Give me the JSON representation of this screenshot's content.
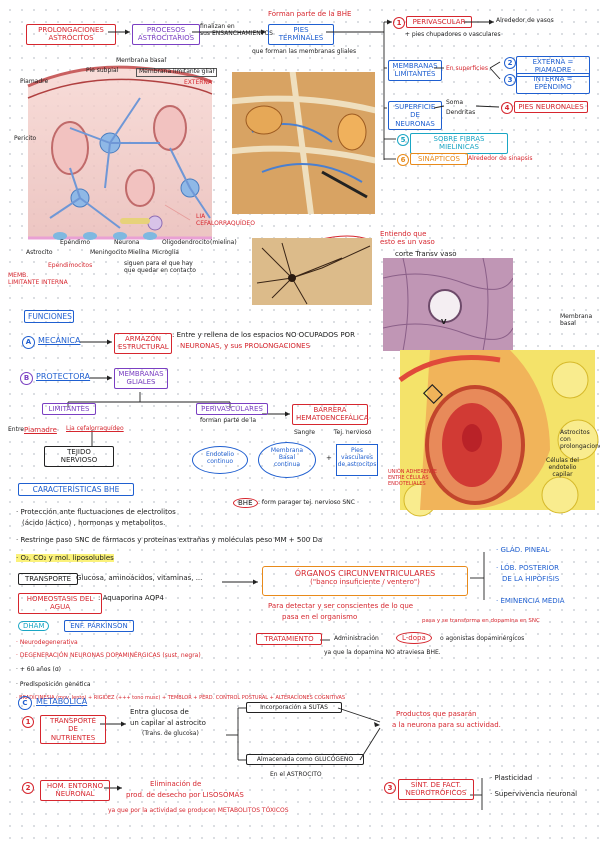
{
  "top": {
    "prolongaciones": "PROLONGACIONES\nASTROCITOS",
    "procesos": "PROCESOS\nASTROCITARIOS",
    "finalizan": "finalizan en\nsus ENSANCHAMIENTOS",
    "forman_parte": "Forman parte de la BHE",
    "pies": "PIES\nTERMINALES",
    "membranas_gliales": "que forman las membranas gliales",
    "perivascular": "PERIVASCULAR",
    "alrededor_vasos": "Alrededor de vasos",
    "pies_chupadores": "+ pies chupadores o vasculares",
    "membranas_limitantes": "MEMBRANAS\nLIMITANTES",
    "en_superficies": "En superficies",
    "externa": "EXTERNA = PIAMADRE",
    "interna": "INTERNA = EPÉNDIMO",
    "superficie_neuronas": "SUPERFICIE\nDE NEURONAS",
    "soma": "Soma",
    "dendritas": "Dendritas",
    "pies_neuronales": "PIES NEURONALES",
    "sobre_fibras": "SOBRE FIBRAS MIELINICAS",
    "sinapticos": "SINÁPTICOS",
    "alrededor_sinapsis": "Alrededor de sinapsis",
    "num_1": "1",
    "num_2": "2",
    "num_3": "3",
    "num_4": "4",
    "num_5": "5",
    "num_6": "6"
  },
  "figure": {
    "membrana_basal": "Membrana basal",
    "pie_subpial": "Pie subpial",
    "membrana_limitante": "Membrana limitante glial",
    "externa_tag": "EXTERNA",
    "piamadre": "Piamadre",
    "pericito": "Pericito",
    "astrocito": "Astrocito",
    "ependimo": "Epéndimo",
    "neurona": "Neurona",
    "oligodendrocito": "Oligodendrocito",
    "mielina": "(mielina)",
    "microglia": "Microglía",
    "meningocito": "Meningocito",
    "mielina2": "Mielina",
    "lia": "LIA\nCEFALORRAQUÍDEO",
    "ependimocitos": "Ependimocitos",
    "siguen": "siguen para el que hay\nque quedar en contacto",
    "memb_limitante_interna": "MEMB.\nLIMITANTE INTERNA"
  },
  "micro": {
    "entiendo": "Entiendo que\nesto es un vaso",
    "corte": "corte Transv vaso",
    "membrana_basal": "Membrana\nbasal",
    "v_label": "V",
    "celulas_endotelio": "Células del\nendotelio\ncapilar",
    "astrocitos": "Astrocitos\ncon\nprolongaciones",
    "union": "UNIÓN ADHERENTE\nENTRE CÉLULAS\nENDOTELIALES"
  },
  "funciones": {
    "title": "FUNCIONES",
    "mecanica_label": "MECÁNICA",
    "armazon": "ARMAZÓN\nESTRUCTURAL",
    "armazon_text": "Entre y rellena de los espacios NO OCUPADOS POR",
    "armazon_text2": "NEURONAS, y sus PROLONGACIONES",
    "protectora": "PROTECTORA",
    "membranas_gliales": "MEMBRANAS\nGLIALES",
    "limitantes": "LIMITANTES",
    "perivasculares": "PERIVASCULARES",
    "forman_parte": "forman parte de la",
    "barrera": "BARRERA\nHEMATOENCEFÁLICA",
    "sangre": "Sangre",
    "tej_nervioso": "Tej. nervioso",
    "entre": "Entre",
    "piamadre": "Piamadre",
    "lia": "Lia cefalorraquídeo",
    "tejido": "TEJIDO NERVIOSO",
    "endotelio": "Endotelio\ncontinuo",
    "membrana_basal_continua": "Membrana\nBasal\ncontinua",
    "pies_vasculares": "Pies\nvasculares\nde astrocitos",
    "bhe_caption": "BHE",
    "bhe_text": ": form parager tej. nervioso SNC",
    "letter_a": "A",
    "letter_b": "B"
  },
  "caracteristicas": {
    "title": "CARACTERÍSTICAS BHE",
    "l1": "· Protección ante fluctuaciones de electrolitos",
    "l1b": "(ácido láctico) , hormonas y metabolitos.",
    "l2": "· Restringe paso SNC de fármacos y proteínas extrañas y moléculas peso MM + 500 Da",
    "l3": "· O₂, CO₂ y mol. liposolubles",
    "transporte": "TRANSPORTE",
    "transporte_text": "Glucosa, aminoácidos, vitaminas, ...",
    "homeostasis": "HOMEOSTASIS DEL AGUA",
    "homeostasis_text": ": Aquaporina AQP4",
    "organos": "ÓRGANOS CIRCUNVENTRICULARES",
    "organos_sub": "(\"banco insuficiente / ventero\")",
    "organos_text": "Para detectar y ser conscientes de lo que",
    "organos_text2": "pasa en el organismo",
    "glan_pineal": "· GLÁD. PINEAL",
    "lob_posterior": "· LÓB. POSTERIOR",
    "hipofisis": "DE LA HIPÓFISIS",
    "eminencia": "· EMINENCIA MEDIA"
  },
  "dham": {
    "tag": "DHAM",
    "enf": "ENF. PARKINSON",
    "l1": "· Neurodegenerativa",
    "l2": "· DEGENERACIÓN NEURONAS DOPAMINÉRGICAS (sust. negra)",
    "l3": "· + 60 años (σ)",
    "l4": "· Predisposición genética",
    "l5": "· BRADICINESIA (mov. lento) + RIGIDEZ (+++ tono musc) + TEMBLOR + PÉRD. CONTROL POSTURAL + ALTERACIONES COGNITIVAS",
    "tratamiento": "TRATAMIENTO",
    "administracion": "Administración",
    "ldopa": "L-dopa",
    "agonistas": "o agonistas dopaminérgicos",
    "pasa": "pasa y se transforma en dopamina en SNC",
    "ya_que": "ya que la dopamina NO atraviesa BHE."
  },
  "metabolica": {
    "letter": "C",
    "title": "METABÓLICA",
    "n1": "1",
    "transporte": "TRANSPORTE DE\nNUTRIENTES",
    "entra": "Entra glucosa de",
    "capilar": "un capilar al astrocito",
    "trans": "(Trans. de glucosa)",
    "incorporacion": "Incorporación a SUTAS",
    "almacenada": "Almacenada como GLUCÓGENO",
    "en_astrocito": "En el ASTROCITO",
    "productos": "Productos que pasarán",
    "a_neurona": "a la neurona para su actividad.",
    "n2": "2",
    "homeost": "HOM. ENTORNO\nNEURONAL",
    "eliminacion": "Eliminación de",
    "prod_desecho": "prod. de desecho por LISOSOMAS",
    "ya_que": "ya que por la actividad se producen METABOLITOS TÓXICOS",
    "n3": "3",
    "sint": "SÍNT. DE FACT.\nNEUROTRÓFICOS",
    "plasticidad": "· Plasticidad",
    "supervivencia": "· Supervivencia neuronal"
  }
}
